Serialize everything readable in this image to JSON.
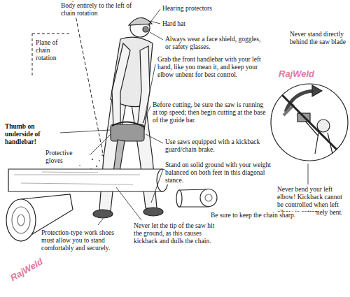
{
  "diagram": {
    "labels": [
      "Body entirely to the left of chain rotation",
      "Plane of chain rotation",
      "Hearing protectors",
      "Hard hat",
      "Always wear a face shield, goggles, or safety glasses.",
      "Grab the front handlebar with your left hand, like you mean it, and keep your elbow unbent for best control.",
      "Before cutting, be sure the saw is running at top speed; then begin cutting at the base of the guide bar.",
      "Use saws equipped with a kickback guard/chain brake.",
      "Stand on solid ground with your weight balanced on both feet in this diagonal stance.",
      "Thumb on underside of handlebar!",
      "Protective gloves",
      "Never stand directly behind the saw blade",
      "Never bend your left elbow! Kickback cannot be controlled when left elbow is extremely bent.",
      "Be sure to keep the chain sharp.",
      "Protection-type work shoes must allow you to stand comfortably and securely.",
      "Never let the tip of the saw hit the ground, as this causes kickback and dulls the chain.",
      "RajWeld",
      "RajWeld"
    ]
  }
}
